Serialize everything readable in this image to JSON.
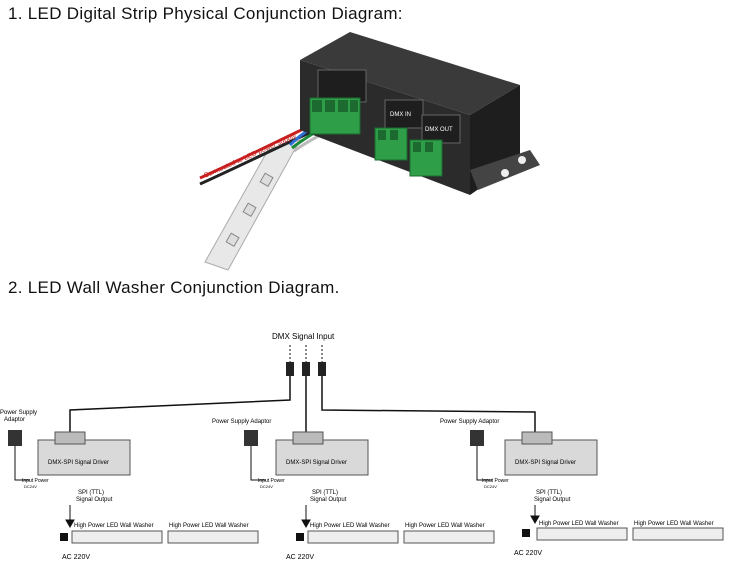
{
  "section1": {
    "heading": "1. LED Digital Strip Physical Conjunction Diagram:",
    "wire_label": "Connected to LED power supply",
    "labels": {
      "dmx_in": "DMX IN",
      "dmx_out": "DMX OUT"
    }
  },
  "section2": {
    "heading": "2. LED Wall Washer Conjunction Diagram.",
    "dmx_input_label": "DMX Signal Input",
    "psu_label": "Power Supply Adaptor",
    "psu_label_left_line1": "Power Supply",
    "psu_label_left_line2": "Adaptor",
    "driver_label": "DMX-SPI Signal Driver",
    "input_power_label": "Input Power",
    "input_power_value": "DC24V",
    "spi_label": "SPI (TTL)",
    "signal_output_label": "Signal Output",
    "washer_label": "High Power LED Wall Washer",
    "ac_label": "AC 220V"
  },
  "colors": {
    "line": "#111111",
    "device": "#d9d9d9",
    "terminal": "#2e9e48",
    "housing": "#333333"
  }
}
